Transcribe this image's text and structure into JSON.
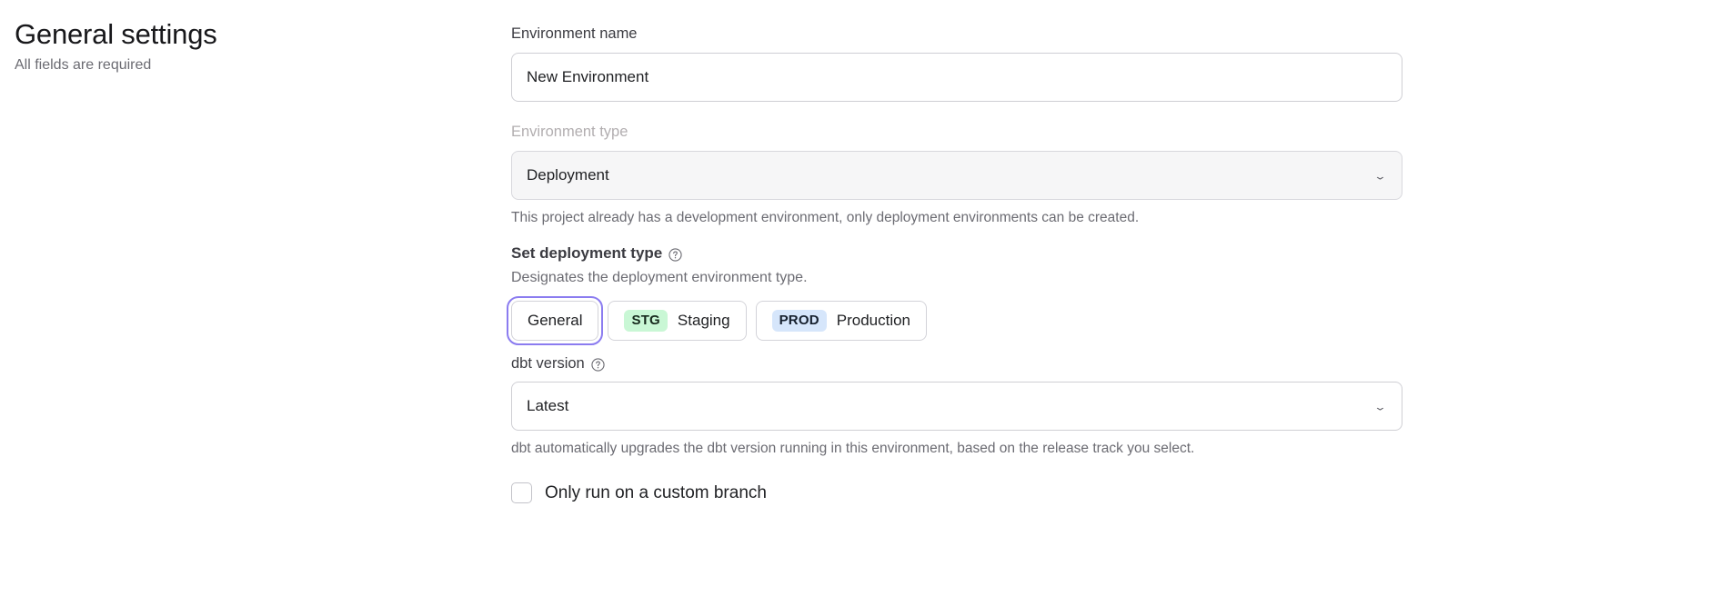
{
  "header": {
    "title": "General settings",
    "subtitle": "All fields are required"
  },
  "form": {
    "environment_name": {
      "label": "Environment name",
      "value": "New Environment",
      "placeholder": "New Environment"
    },
    "environment_type": {
      "label": "Environment type",
      "value": "Deployment",
      "disabled": true,
      "chevron": "⌄",
      "help_text": "This project already has a development environment, only deployment environments can be created."
    },
    "deployment_type": {
      "heading": "Set deployment type",
      "help_icon": "question-circle-icon",
      "description": "Designates the deployment environment type.",
      "options": [
        {
          "label": "General",
          "badge": "",
          "badge_kind": "",
          "selected": true
        },
        {
          "label": "Staging",
          "badge": "STG",
          "badge_kind": "stg",
          "selected": false
        },
        {
          "label": "Production",
          "badge": "PROD",
          "badge_kind": "prod",
          "selected": false
        }
      ]
    },
    "dbt_version": {
      "label": "dbt version",
      "help_icon": "question-circle-icon",
      "value": "Latest",
      "chevron": "⌄",
      "help_text": "dbt automatically upgrades the dbt version running in this environment, based on the release track you select."
    },
    "custom_branch": {
      "label": "Only run on a custom branch",
      "checked": false
    }
  },
  "colors": {
    "focus_ring": "#8b7cf0",
    "badge_stg_bg": "#c9f7d5",
    "badge_prod_bg": "#d6e6fb",
    "muted_text": "#6b6b72",
    "disabled_label": "#b2aeb0",
    "disabled_field_bg": "#f6f6f7"
  }
}
